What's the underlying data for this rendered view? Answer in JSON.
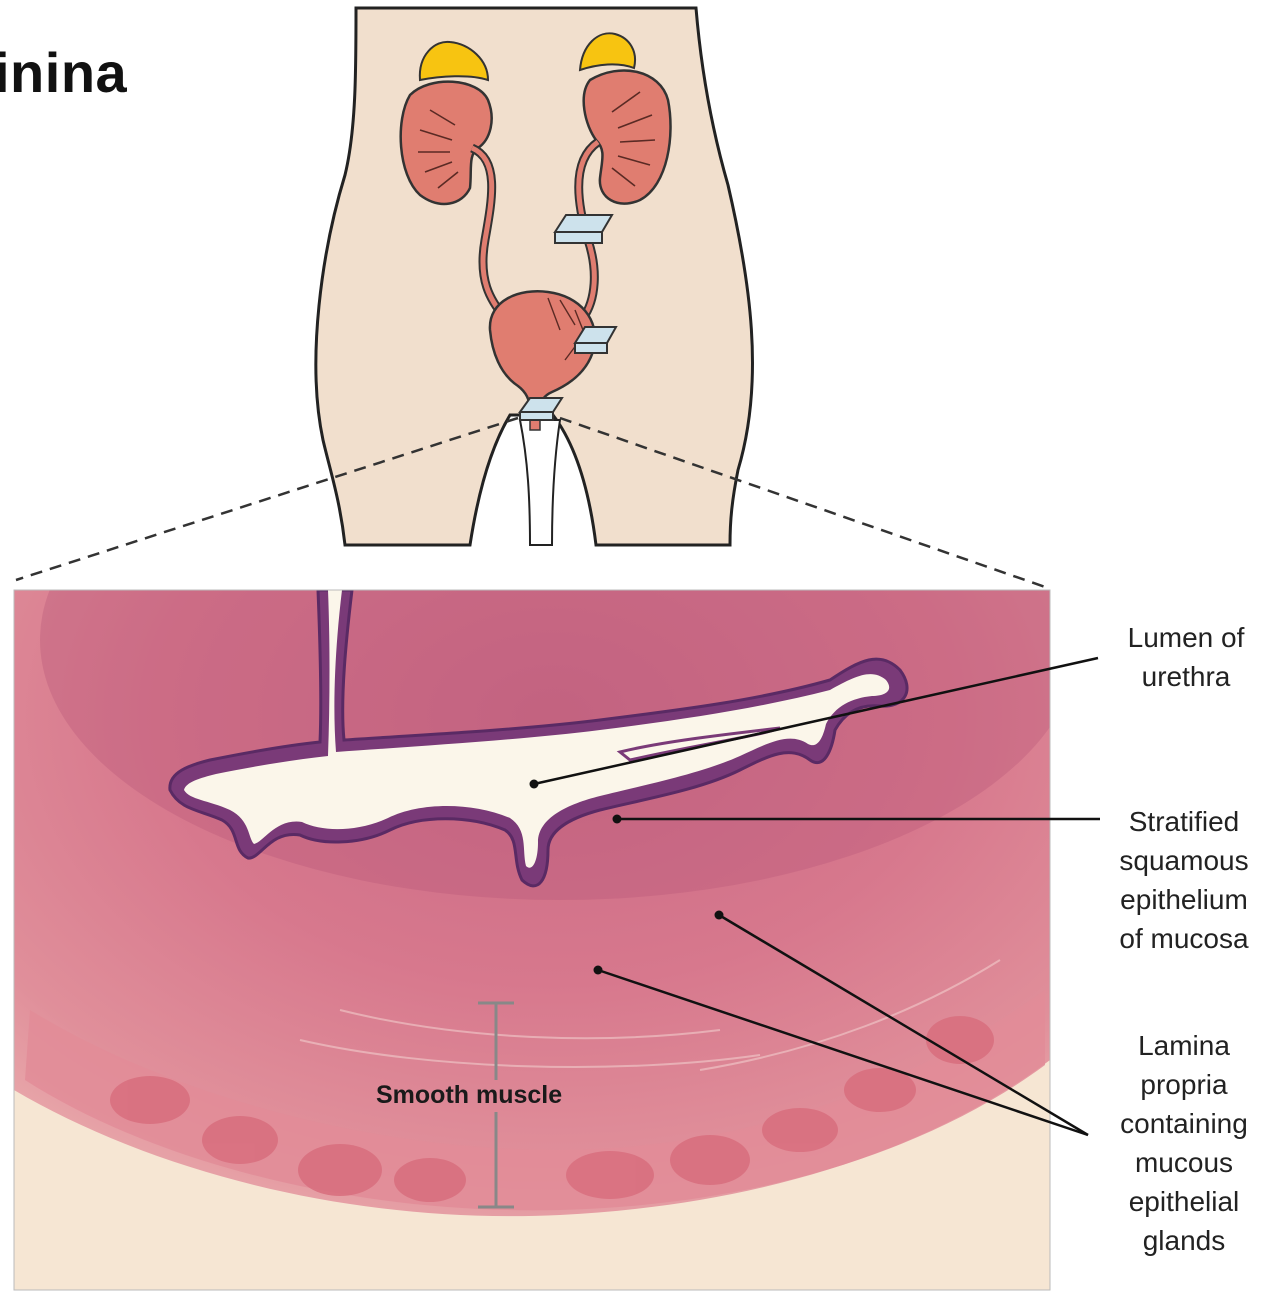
{
  "title": "inina",
  "labels": {
    "lumen": [
      "Lumen of",
      "urethra"
    ],
    "epithelium": [
      "Stratified",
      "squamous",
      "epithelium",
      "of mucosa"
    ],
    "lamina": [
      "Lamina",
      "propria",
      "containing",
      "mucous",
      "epithelial",
      "glands"
    ],
    "smooth_muscle": "Smooth muscle"
  },
  "colors": {
    "skin": "#f1dfcd",
    "organ": "#e07d70",
    "adrenal": "#f7c411",
    "slide": "#cde2ec",
    "tissue": "#d77a8d",
    "tissue_light": "#f7e9d6",
    "epithelium": "#7a3a78"
  }
}
